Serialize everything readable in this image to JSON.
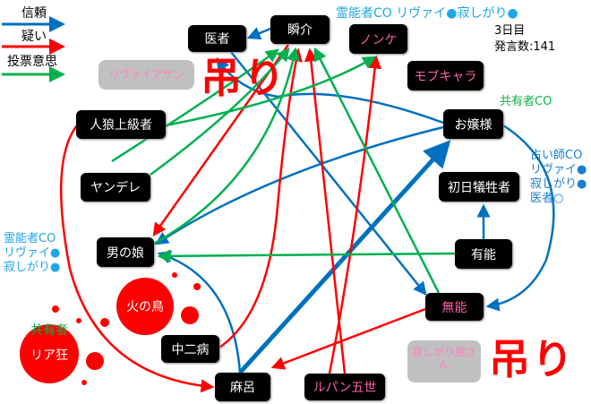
{
  "legend": [
    {
      "label": "信頼",
      "color": "#0070c0"
    },
    {
      "label": "疑い",
      "color": "#ff0000"
    },
    {
      "label": "投票意思",
      "color": "#00b050"
    }
  ],
  "info": {
    "day": "3日目",
    "remarks": "発言数:141"
  },
  "hang_label": "吊り",
  "hanged": [
    {
      "name": "リヴァイアサン"
    },
    {
      "name": "寂しがり屋さん"
    }
  ],
  "dead": [
    {
      "name": "火の鳥"
    },
    {
      "name": "リア狂",
      "note": "共有者"
    }
  ],
  "nodes": {
    "isha": "医者",
    "shunsuke": "瞬介",
    "nonke": "ノンケ",
    "mobu": "モブキャラ",
    "jinro": "人狼上級者",
    "ojou": "お嬢様",
    "yandere": "ヤンデレ",
    "shonichi": "初日犠牲者",
    "otoko": "男の娘",
    "yuno": "有能",
    "muno": "無能",
    "chuni": "中二病",
    "maro": "麻呂",
    "lupin": "ルパン五世"
  },
  "annotations": {
    "reino_top": "霊能者CO リヴァイ●寂しがり●",
    "kyoyu_right": "共有者CO",
    "uranai": [
      "占い師CO",
      "リヴァイ●",
      "寂しがり●",
      "医者○"
    ],
    "reino_left": [
      "霊能者CO",
      "リヴァイ●",
      "寂しがり●"
    ]
  },
  "colors": {
    "trust": "#0070c0",
    "doubt": "#ff0000",
    "vote": "#00b050",
    "blood": "#ff0000"
  }
}
